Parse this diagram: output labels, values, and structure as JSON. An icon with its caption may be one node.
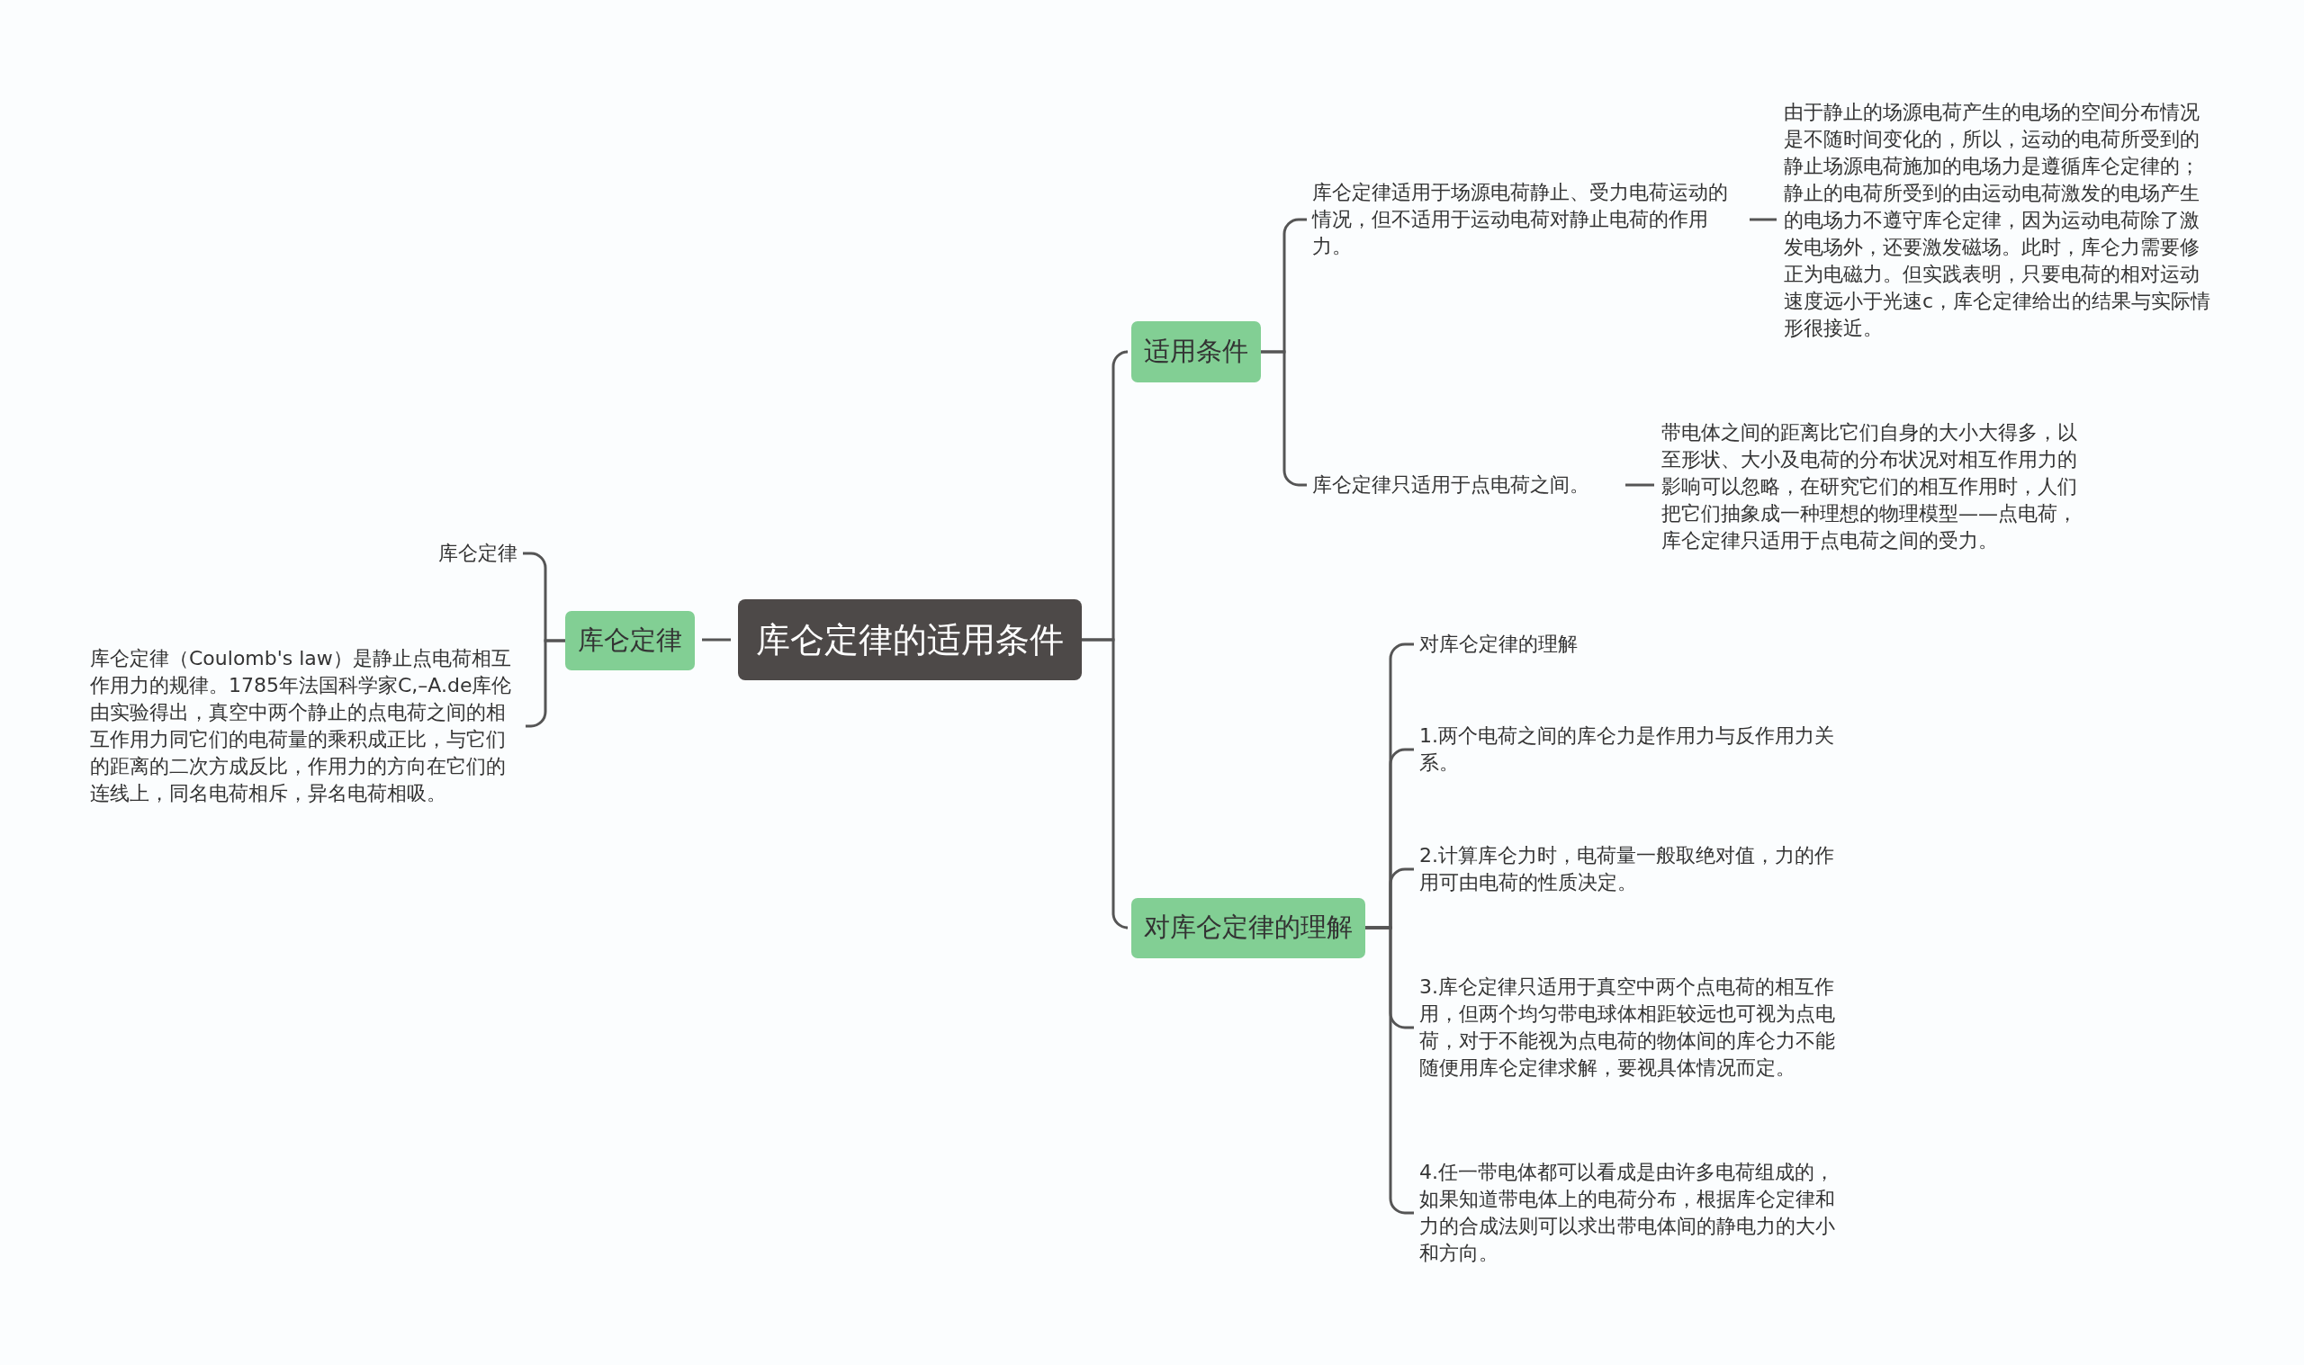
{
  "diagram": {
    "nodes": [
      {
        "text": [
          "库仑定律的适用条件"
        ]
      },
      {
        "text": [
          "库仑定律"
        ]
      },
      {
        "text": [
          "库仑定律"
        ]
      },
      {
        "text": [
          "库仑定律（Coulomb's law）是静止点电荷相互作用力的规律。1785年法国科学家C,–A.de库伦由实验得出，真空中两个静止的点电荷之间的相互作用力同它们的电荷量的乘积成正比，与它们的距离的二次方成反比，作用力的方向在它们的连线上，同名电荷相斥，异名电荷相吸。"
        ]
      },
      {
        "text": [
          "适用条件"
        ]
      },
      {
        "text": [
          "库仑定律适用于场源电荷静止、受力电荷运动的情况，但不适用于运动电荷对静止电荷的作用力。"
        ]
      },
      {
        "text": [
          "由于静止的场源电荷产生的电场的空间分布情况是不随时间变化的，所以，运动的电荷所受到的静止场源电荷施加的电场力是遵循库仑定律的；静止的电荷所受到的由运动电荷激发的电场产生的电场力不遵守库仑定律，因为运动电荷除了激发电场外，还要激发磁场。此时，库仑力需要修正为电磁力。但实践表明，只要电荷的相对运动速度远小于光速c，库仑定律给出的结果与实际情形很接近。"
        ]
      },
      {
        "text": [
          "库仑定律只适用于点电荷之间。"
        ]
      },
      {
        "text": [
          "带电体之间的距离比它们自身的大小大得多，以至形状、大小及电荷的分布状况对相互作用力的影响可以忽略，在研究它们的相互作用时，人们把它们抽象成一种理想的物理模型——点电荷，库仑定律只适用于点电荷之间的受力。"
        ]
      },
      {
        "text": [
          "对库仑定律的理解"
        ]
      },
      {
        "text": [
          "对库仑定律的理解"
        ]
      },
      {
        "text": [
          "1.两个电荷之间的库仑力是作用力与反作用力关系。"
        ]
      },
      {
        "text": [
          "2.计算库仑力时，电荷量一般取绝对值，力的作用可由电荷的性质决定。"
        ]
      },
      {
        "text": [
          "3.库仑定律只适用于真空中两个点电荷的相互作用，但两个均匀带电球体相距较远也可视为点电荷，对于不能视为点电荷的物体间的库仑力不能随便用库仑定律求解，要视具体情况而定。"
        ]
      },
      {
        "text": [
          "4.任一带电体都可以看成是由许多电荷组成的，如果知道带电体上的电荷分布，根据库仑定律和力的合成法则可以求出带电体间的静电力的大小和方向。"
        ]
      }
    ],
    "edges": [
      {
        "from": 0,
        "to": 1,
        "arrow": "none"
      },
      {
        "from": 1,
        "to": 2,
        "arrow": "none"
      },
      {
        "from": 1,
        "to": 3,
        "arrow": "none"
      },
      {
        "from": 0,
        "to": 4,
        "arrow": "none"
      },
      {
        "from": 4,
        "to": 5,
        "arrow": "none"
      },
      {
        "from": 5,
        "to": 6,
        "arrow": "none"
      },
      {
        "from": 4,
        "to": 7,
        "arrow": "none"
      },
      {
        "from": 7,
        "to": 8,
        "arrow": "none"
      },
      {
        "from": 0,
        "to": 9,
        "arrow": "none"
      },
      {
        "from": 9,
        "to": 10,
        "arrow": "none"
      },
      {
        "from": 9,
        "to": 11,
        "arrow": "none"
      },
      {
        "from": 9,
        "to": 12,
        "arrow": "none"
      },
      {
        "from": 9,
        "to": 13,
        "arrow": "none"
      },
      {
        "from": 9,
        "to": 14,
        "arrow": "none"
      }
    ]
  }
}
